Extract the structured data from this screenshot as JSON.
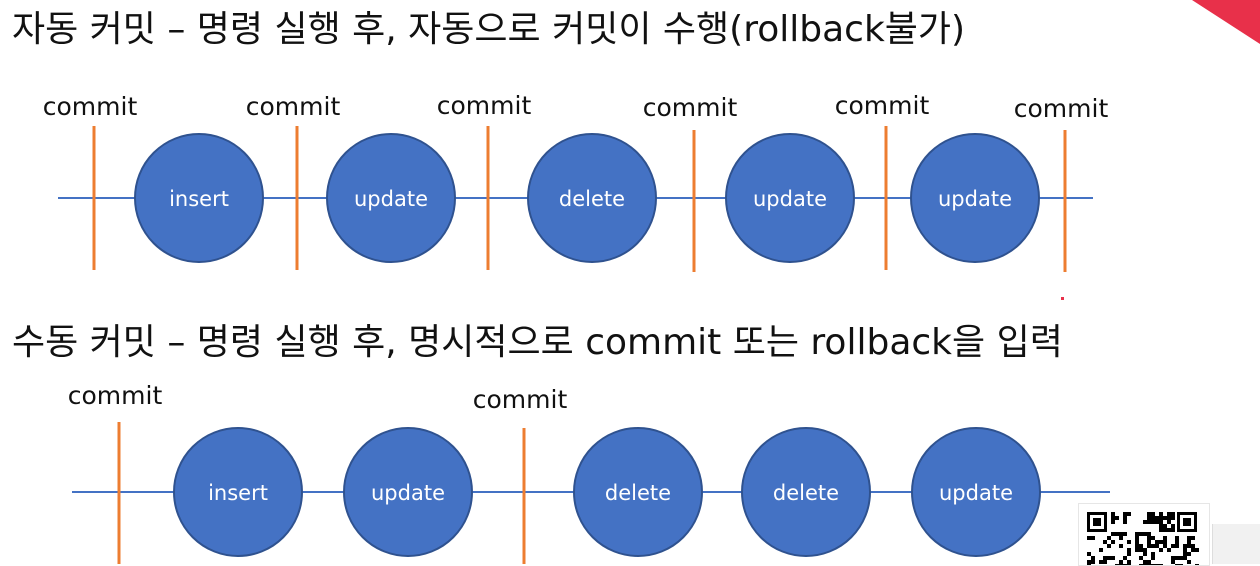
{
  "auto_section": {
    "heading": "자동 커밋 – 명령 실행 후, 자동으로 커밋이 수행(rollback불가)",
    "commit_label": "commit",
    "operations": [
      "insert",
      "update",
      "delete",
      "update",
      "update"
    ]
  },
  "manual_section": {
    "heading": "수동 커밋 – 명령 실행 후, 명시적으로 commit 또는 rollback을 입력",
    "commit_label": "commit",
    "operations": [
      "insert",
      "update",
      "delete",
      "delete",
      "update"
    ]
  },
  "colors": {
    "circle_fill": "#4472c4",
    "circle_stroke": "#2f528f",
    "timeline": "#4472c4",
    "commit_marker": "#ed7d31",
    "accent": "#e8304a"
  }
}
